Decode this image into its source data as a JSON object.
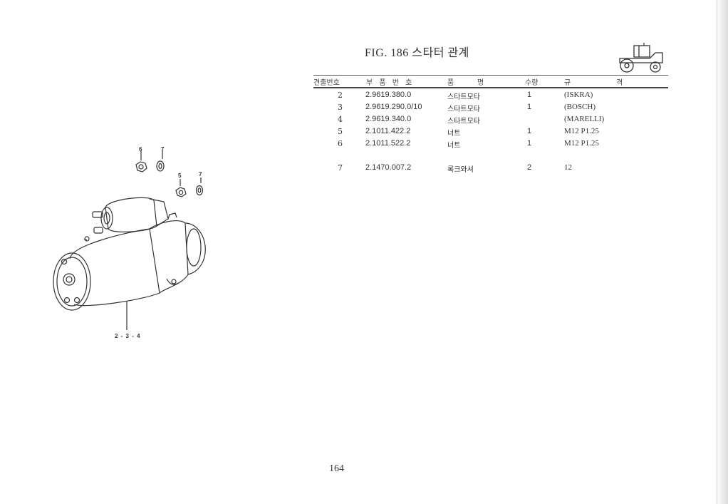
{
  "figure": {
    "title": "FIG. 186 스타터 관계"
  },
  "table": {
    "headers": {
      "no": "견출번호",
      "part": "부 품 번 호",
      "name_a": "품",
      "name_b": "명",
      "qty": "수량",
      "spec_a": "규",
      "spec_b": "격"
    },
    "rows": [
      {
        "no": "2",
        "part": "2.9619.380.0",
        "name": "스타트모타",
        "qty": "1",
        "spec": "(ISKRA)"
      },
      {
        "no": "3",
        "part": "2.9619.290.0/10",
        "name": "스타트모타",
        "qty": "1",
        "spec": "(BOSCH)"
      },
      {
        "no": "4",
        "part": "2.9619.340.0",
        "name": "스타트모타",
        "qty": "",
        "spec": "(MARELLI)"
      },
      {
        "no": "5",
        "part": "2.1011.422.2",
        "name": "너트",
        "qty": "1",
        "spec": "M12 P1.25"
      },
      {
        "no": "6",
        "part": "2.1011.522.2",
        "name": "너트",
        "qty": "1",
        "spec": "M12 P1.25"
      },
      {
        "no": "7",
        "part": "2.1470.007.2",
        "name": "록크와셔",
        "qty": "2",
        "spec": "12"
      }
    ]
  },
  "callouts": {
    "c6": "6",
    "c7a": "7",
    "c5": "5",
    "c7b": "7",
    "c234": "2 - 3 - 4"
  },
  "page_number": "164",
  "icons": {
    "tractor": "tractor-icon",
    "starter": "starter-motor-drawing"
  }
}
